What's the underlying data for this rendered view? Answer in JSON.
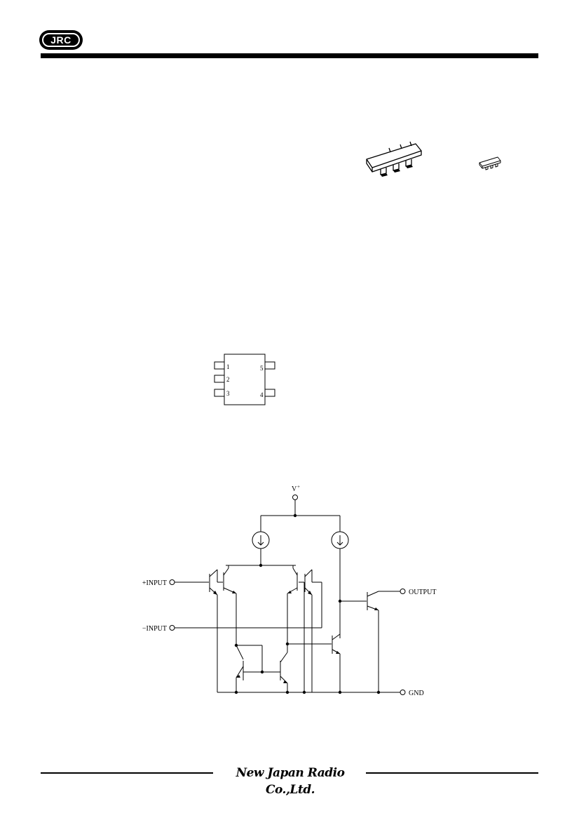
{
  "header": {
    "logo_text": "JRC"
  },
  "pinout": {
    "pins": [
      {
        "number": "1"
      },
      {
        "number": "2"
      },
      {
        "number": "3"
      },
      {
        "number": "4"
      },
      {
        "number": "5"
      }
    ]
  },
  "schematic": {
    "supply_label": "V",
    "supply_superscript": "+",
    "plus_input_label": "+INPUT",
    "minus_input_label": "−INPUT",
    "output_label": "OUTPUT",
    "gnd_label": "GND"
  },
  "footer": {
    "company": "New Japan Radio Co.,Ltd."
  }
}
